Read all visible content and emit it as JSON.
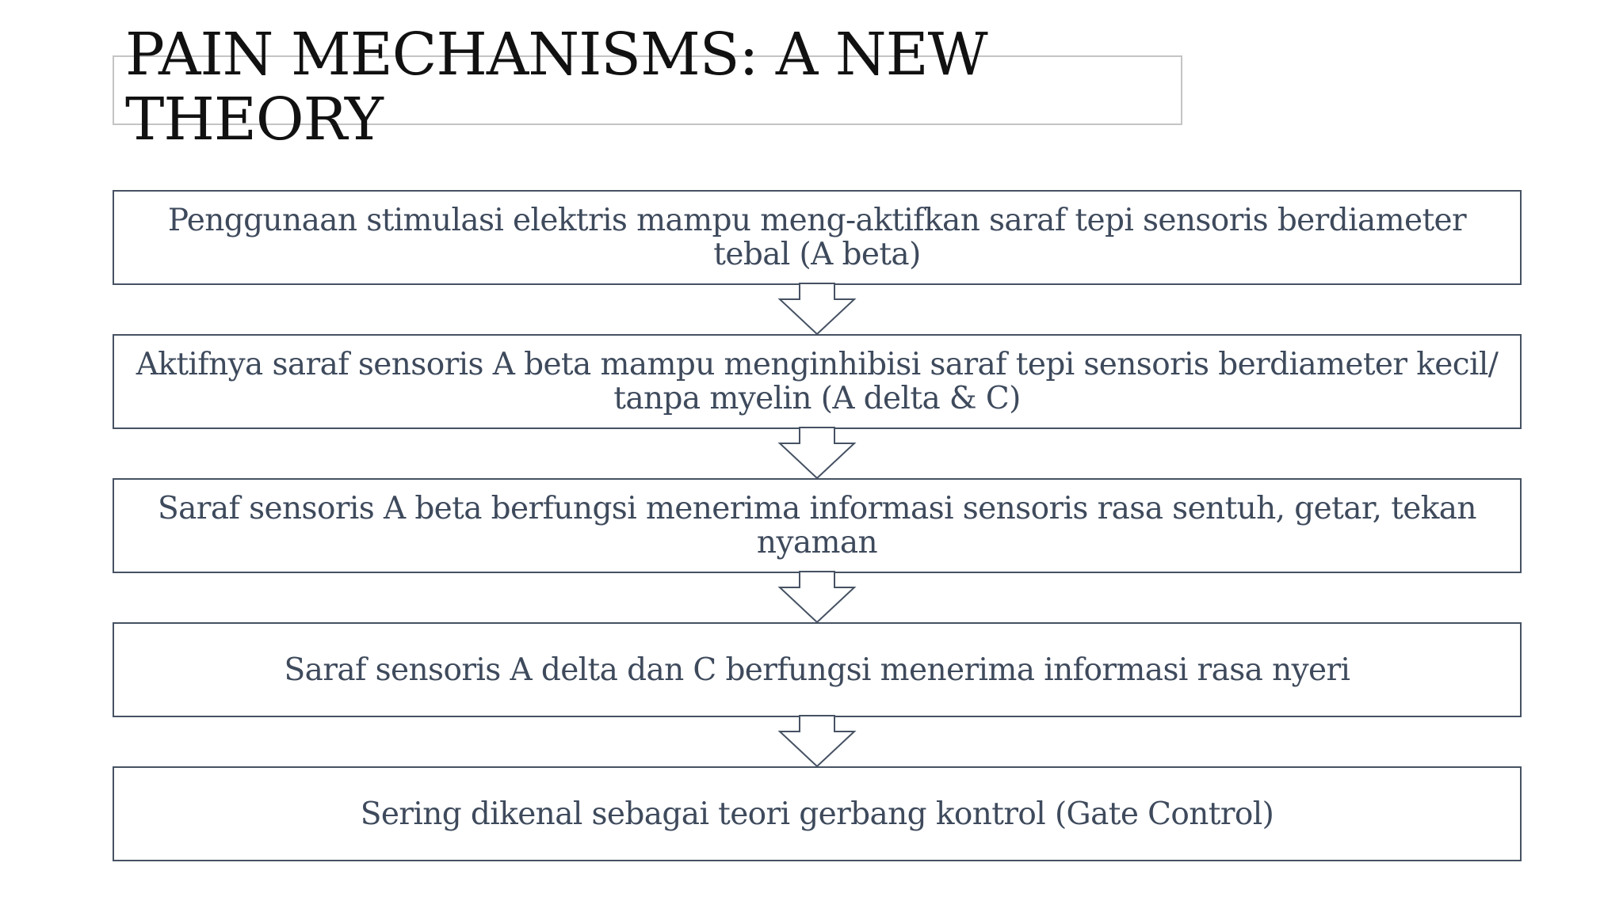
{
  "slide": {
    "title": "PAIN MECHANISMS: A NEW THEORY"
  },
  "flow": {
    "steps": [
      {
        "text": "Penggunaan stimulasi elektris mampu meng-aktifkan saraf tepi sensoris berdiameter tebal (A beta)"
      },
      {
        "text": "Aktifnya saraf sensoris A beta mampu menginhibisi saraf tepi sensoris berdiameter kecil/ tanpa myelin (A delta & C)"
      },
      {
        "text": "Saraf sensoris A beta berfungsi menerima informasi sensoris rasa sentuh, getar, tekan nyaman"
      },
      {
        "text": "Saraf sensoris A delta dan C berfungsi menerima informasi rasa nyeri"
      },
      {
        "text": "Sering dikenal sebagai teori gerbang kontrol (Gate Control)"
      }
    ],
    "colors": {
      "box_border": "#465263",
      "text": "#3e4a5c",
      "arrow_stroke": "#465263",
      "title_frame": "#c4c4c4"
    },
    "arrow_icon": "down-arrow-icon"
  }
}
